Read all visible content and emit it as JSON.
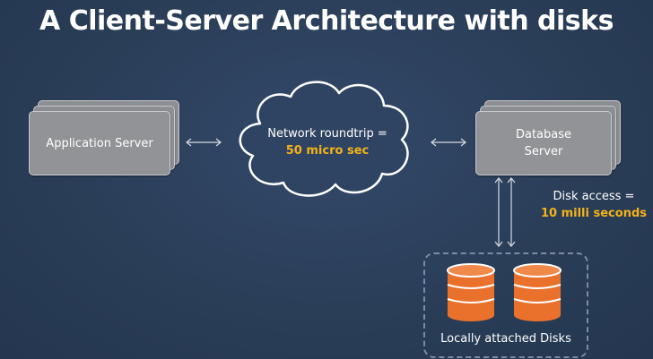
{
  "title": "A Client-Server Architecture with disks",
  "app_server": {
    "label": "Application Server"
  },
  "network": {
    "line1": "Network roundtrip =",
    "line2": "50 micro sec"
  },
  "db_server": {
    "line1": "Database",
    "line2": "Server"
  },
  "disk_access": {
    "line1": "Disk access =",
    "line2": "10 milli seconds"
  },
  "disks": {
    "caption": "Locally attached Disks",
    "count": 2
  },
  "colors": {
    "background": "#2a3e58",
    "box": "#919396",
    "highlight": "#f5b21a",
    "disk": "#e9712c"
  }
}
